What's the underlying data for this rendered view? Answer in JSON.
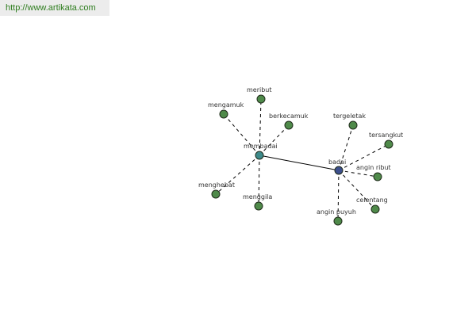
{
  "header": {
    "url": "http://www.artikata.com"
  },
  "colors": {
    "leaf": "#4f8a4a",
    "hub_membadai": "#3d8a8a",
    "hub_badai": "#3c4f8c",
    "url_text": "#2e7d1e"
  },
  "hubs": [
    {
      "id": "membadai",
      "label": "membadai"
    },
    {
      "id": "badai",
      "label": "badai"
    }
  ],
  "leaves": [
    {
      "id": "meribut",
      "label": "meribut",
      "hub": "membadai"
    },
    {
      "id": "mengamuk",
      "label": "mengamuk",
      "hub": "membadai"
    },
    {
      "id": "berkecamuk",
      "label": "berkecamuk",
      "hub": "membadai"
    },
    {
      "id": "menghebat",
      "label": "menghebat",
      "hub": "membadai"
    },
    {
      "id": "menggila",
      "label": "menggila",
      "hub": "membadai"
    },
    {
      "id": "tergeletak",
      "label": "tergeletak",
      "hub": "badai"
    },
    {
      "id": "tersangkut",
      "label": "tersangkut",
      "hub": "badai"
    },
    {
      "id": "angin-ribut",
      "label": "angin ribut",
      "hub": "badai"
    },
    {
      "id": "celentang",
      "label": "celentang",
      "hub": "badai"
    },
    {
      "id": "angin-puyuh",
      "label": "angin puyuh",
      "hub": "badai"
    }
  ],
  "links": [
    {
      "from": "membadai",
      "to": "badai"
    }
  ]
}
